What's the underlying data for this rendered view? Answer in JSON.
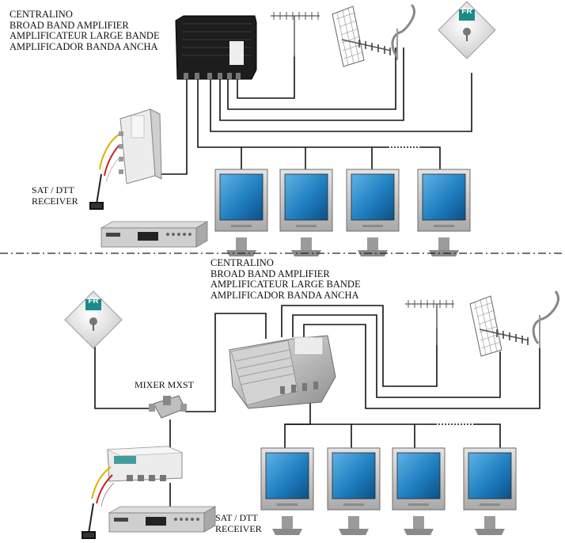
{
  "top_section": {
    "amplifier_labels": [
      "CENTRALINO",
      "BROAD BAND AMPLIFIER",
      "AMPLIFICATEUR LARGE BANDE",
      "AMPLIFICADOR BANDA ANCHA"
    ],
    "receiver_labels": [
      "SAT / DTT",
      "RECEIVER"
    ],
    "dish_badge": "FR"
  },
  "bottom_section": {
    "amplifier_labels": [
      "CENTRALINO",
      "BROAD BAND AMPLIFIER",
      "AMPLIFICATEUR LARGE BANDE",
      "AMPLIFICADOR BANDA ANCHA"
    ],
    "mixer_label": "MIXER MXST",
    "receiver_labels": [
      "SAT / DTT",
      "RECEIVER"
    ],
    "dish_badge": "FR"
  },
  "colors": {
    "cable": "#111111",
    "screen": "#1f7fc0",
    "monitor_frame": "#c9c9c9",
    "amp_dark": "#1c1c1c",
    "amp_silver": "#bdbdbd",
    "dish_badge": "#1a8a8a"
  }
}
